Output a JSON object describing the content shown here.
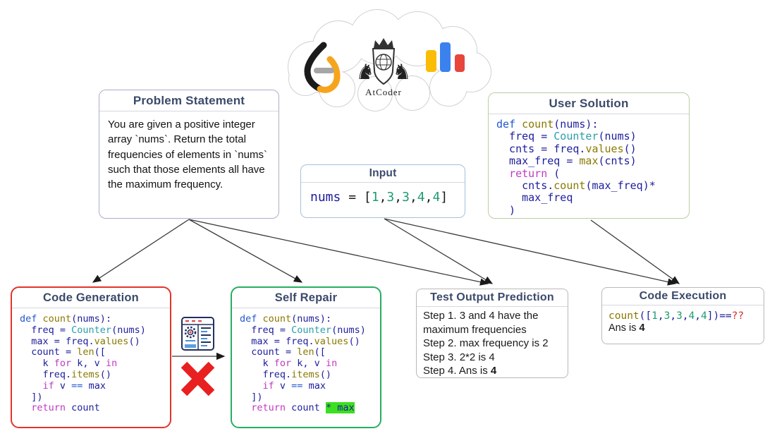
{
  "cloud": {
    "atcoder_label": "AtCoder",
    "icons": [
      {
        "name": "leetcode-icon"
      },
      {
        "name": "atcoder-icon"
      },
      {
        "name": "codeforces-icon"
      }
    ]
  },
  "colors": {
    "header_text": "#3b4a6b",
    "code_generation_border": "#e3342a",
    "self_repair_border": "#27ae60",
    "highlight_green": "#3ce01e",
    "error_red": "#e82020",
    "leetcode_orange": "#f7a41d",
    "codeforces_yellow": "#fbbc05",
    "codeforces_blue": "#3b82ef",
    "codeforces_red": "#e8453c"
  },
  "problem_statement": {
    "title": "Problem Statement",
    "body": "You are given a positive integer array `nums`. Return the total frequencies of elements in `nums` such that those elements all have the maximum frequency."
  },
  "input": {
    "title": "Input",
    "code": [
      [
        {
          "t": "nums",
          "c": "nv"
        },
        {
          "t": " = ",
          "c": "tx"
        },
        {
          "t": "[",
          "c": "tx"
        },
        {
          "t": "1",
          "c": "gr"
        },
        {
          "t": ",",
          "c": "tx"
        },
        {
          "t": "3",
          "c": "gr"
        },
        {
          "t": ",",
          "c": "tx"
        },
        {
          "t": "3",
          "c": "gr"
        },
        {
          "t": ",",
          "c": "tx"
        },
        {
          "t": "4",
          "c": "gr"
        },
        {
          "t": ",",
          "c": "tx"
        },
        {
          "t": "4",
          "c": "gr"
        },
        {
          "t": "]",
          "c": "tx"
        }
      ]
    ]
  },
  "user_solution": {
    "title": "User Solution",
    "code": [
      [
        {
          "t": "def",
          "c": "bl"
        },
        {
          "t": " ",
          "c": "nv"
        },
        {
          "t": "count",
          "c": "fn"
        },
        {
          "t": "(nums):",
          "c": "nv"
        }
      ],
      [
        {
          "t": "  freq = ",
          "c": "nv"
        },
        {
          "t": "Counter",
          "c": "tl"
        },
        {
          "t": "(nums)",
          "c": "nv"
        }
      ],
      [
        {
          "t": "  cnts = freq.",
          "c": "nv"
        },
        {
          "t": "values",
          "c": "fn"
        },
        {
          "t": "()",
          "c": "nv"
        }
      ],
      [
        {
          "t": "  max_freq = ",
          "c": "nv"
        },
        {
          "t": "max",
          "c": "fn"
        },
        {
          "t": "(cnts)",
          "c": "nv"
        }
      ],
      [
        {
          "t": "  ",
          "c": "nv"
        },
        {
          "t": "return",
          "c": "kw"
        },
        {
          "t": " (",
          "c": "nv"
        }
      ],
      [
        {
          "t": "    cnts.",
          "c": "nv"
        },
        {
          "t": "count",
          "c": "fn"
        },
        {
          "t": "(max_freq)*",
          "c": "nv"
        }
      ],
      [
        {
          "t": "    max_freq",
          "c": "nv"
        }
      ],
      [
        {
          "t": "  )",
          "c": "nv"
        }
      ]
    ]
  },
  "code_generation": {
    "title": "Code Generation",
    "code": [
      [
        {
          "t": "def",
          "c": "bl"
        },
        {
          "t": " ",
          "c": "nv"
        },
        {
          "t": "count",
          "c": "fn"
        },
        {
          "t": "(nums):",
          "c": "nv"
        }
      ],
      [
        {
          "t": "  freq = ",
          "c": "nv"
        },
        {
          "t": "Counter",
          "c": "tl"
        },
        {
          "t": "(nums)",
          "c": "nv"
        }
      ],
      [
        {
          "t": "  max = freq.",
          "c": "nv"
        },
        {
          "t": "values",
          "c": "fn"
        },
        {
          "t": "()",
          "c": "nv"
        }
      ],
      [
        {
          "t": "  count = ",
          "c": "nv"
        },
        {
          "t": "len",
          "c": "fn"
        },
        {
          "t": "([",
          "c": "nv"
        }
      ],
      [
        {
          "t": "    k ",
          "c": "nv"
        },
        {
          "t": "for",
          "c": "kw"
        },
        {
          "t": " k, v ",
          "c": "nv"
        },
        {
          "t": "in",
          "c": "kw"
        }
      ],
      [
        {
          "t": "    freq.",
          "c": "nv"
        },
        {
          "t": "items",
          "c": "fn"
        },
        {
          "t": "()",
          "c": "nv"
        }
      ],
      [
        {
          "t": "    ",
          "c": "nv"
        },
        {
          "t": "if",
          "c": "kw"
        },
        {
          "t": " v ",
          "c": "nv"
        },
        {
          "t": "==",
          "c": "bl"
        },
        {
          "t": " max",
          "c": "nv"
        }
      ],
      [
        {
          "t": "  ])",
          "c": "nv"
        }
      ],
      [
        {
          "t": "  ",
          "c": "nv"
        },
        {
          "t": "return",
          "c": "kw"
        },
        {
          "t": " count",
          "c": "nv"
        }
      ]
    ]
  },
  "self_repair": {
    "title": "Self Repair",
    "code": [
      [
        {
          "t": "def",
          "c": "bl"
        },
        {
          "t": " ",
          "c": "nv"
        },
        {
          "t": "count",
          "c": "fn"
        },
        {
          "t": "(nums):",
          "c": "nv"
        }
      ],
      [
        {
          "t": "  freq = ",
          "c": "nv"
        },
        {
          "t": "Counter",
          "c": "tl"
        },
        {
          "t": "(nums)",
          "c": "nv"
        }
      ],
      [
        {
          "t": "  max = freq.",
          "c": "nv"
        },
        {
          "t": "values",
          "c": "fn"
        },
        {
          "t": "()",
          "c": "nv"
        }
      ],
      [
        {
          "t": "  count = ",
          "c": "nv"
        },
        {
          "t": "len",
          "c": "fn"
        },
        {
          "t": "([",
          "c": "nv"
        }
      ],
      [
        {
          "t": "    k ",
          "c": "nv"
        },
        {
          "t": "for",
          "c": "kw"
        },
        {
          "t": " k, v ",
          "c": "nv"
        },
        {
          "t": "in",
          "c": "kw"
        }
      ],
      [
        {
          "t": "    freq.",
          "c": "nv"
        },
        {
          "t": "items",
          "c": "fn"
        },
        {
          "t": "()",
          "c": "nv"
        }
      ],
      [
        {
          "t": "    ",
          "c": "nv"
        },
        {
          "t": "if",
          "c": "kw"
        },
        {
          "t": " v ",
          "c": "nv"
        },
        {
          "t": "==",
          "c": "bl"
        },
        {
          "t": " max",
          "c": "nv"
        }
      ],
      [
        {
          "t": "  ])",
          "c": "nv"
        }
      ],
      [
        {
          "t": "  ",
          "c": "nv"
        },
        {
          "t": "return",
          "c": "kw"
        },
        {
          "t": " count ",
          "c": "nv"
        },
        {
          "t": "* max",
          "c": "hl"
        }
      ]
    ]
  },
  "test_output_prediction": {
    "title": "Test Output Prediction",
    "lines": [
      [
        {
          "t": "Step 1. 3 and 4  have the maximum frequencies",
          "c": "tx"
        }
      ],
      [
        {
          "t": "Step 2. max frequency is 2",
          "c": "tx"
        }
      ],
      [
        {
          "t": "Step 3. 2*2 is 4",
          "c": "tx"
        }
      ],
      [
        {
          "t": "Step 4. Ans is ",
          "c": "tx"
        },
        {
          "t": "4",
          "c": "b"
        }
      ]
    ]
  },
  "code_execution": {
    "title": "Code Execution",
    "code": [
      [
        {
          "t": "count",
          "c": "fn"
        },
        {
          "t": "([",
          "c": "nv"
        },
        {
          "t": "1",
          "c": "gr"
        },
        {
          "t": ",",
          "c": "nv"
        },
        {
          "t": "3",
          "c": "gr"
        },
        {
          "t": ",",
          "c": "nv"
        },
        {
          "t": "3",
          "c": "gr"
        },
        {
          "t": ",",
          "c": "nv"
        },
        {
          "t": "4",
          "c": "gr"
        },
        {
          "t": ",",
          "c": "nv"
        },
        {
          "t": "4",
          "c": "gr"
        },
        {
          "t": "])",
          "c": "nv"
        },
        {
          "t": "==",
          "c": "nv"
        },
        {
          "t": "??",
          "c": "rd"
        }
      ]
    ],
    "answer": [
      [
        {
          "t": "Ans is ",
          "c": "tx"
        },
        {
          "t": "4",
          "c": "b"
        }
      ]
    ]
  }
}
